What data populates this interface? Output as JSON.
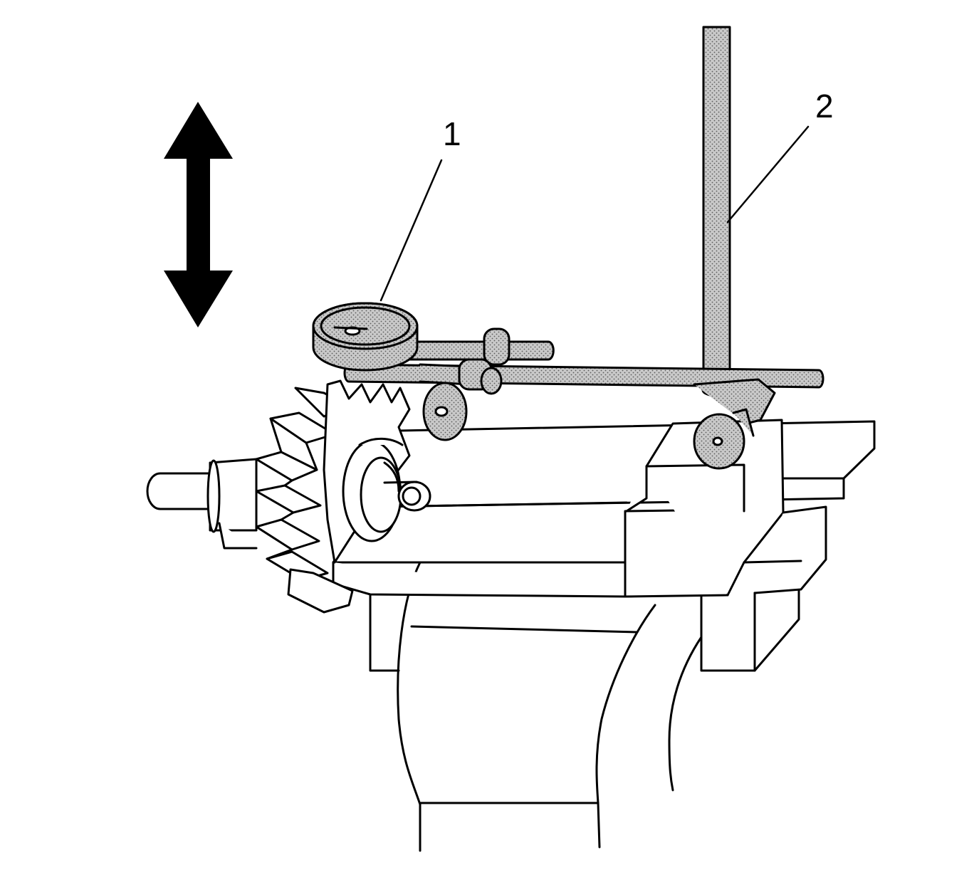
{
  "callouts": [
    {
      "id": "1",
      "label": "1"
    },
    {
      "id": "2",
      "label": "2"
    }
  ],
  "indicator": {
    "icon": "double-vertical-arrow-icon"
  },
  "colors": {
    "ink": "#000000",
    "paper": "#ffffff",
    "stipple_fill": "#c4c4c4"
  }
}
